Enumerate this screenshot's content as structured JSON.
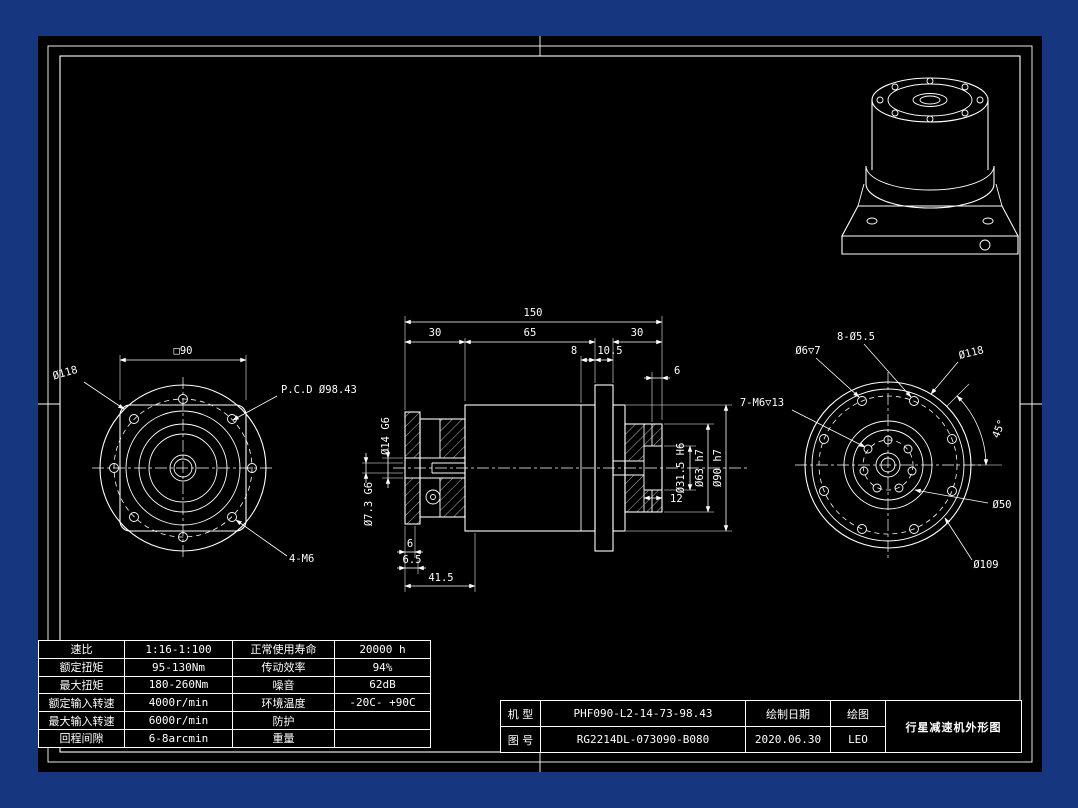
{
  "colors": {
    "page_bg": "#16367f",
    "canvas_bg": "#000000",
    "line": "#ffffff"
  },
  "front_view": {
    "square": "□90",
    "outer_dia": "Ø118",
    "pcd": "P.C.D Ø98.43",
    "corner_holes": "4-M6"
  },
  "section_view": {
    "total_length": "150",
    "seg_left": "30",
    "seg_mid": "65",
    "seg_right": "30",
    "dim_8": "8",
    "dim_10_5": "10.5",
    "dim_6_top": "6",
    "input_bore": "Ø14 G6",
    "inner_bore": "Ø7.3 G6",
    "out_pilot": "Ø31.5 H6",
    "out_spigot": "Ø63 h7",
    "body_dia": "Ø90 h7",
    "dim_12": "12",
    "dim_6_bottom": "6",
    "dim_6_5": "6.5",
    "dim_41_5": "41.5"
  },
  "rear_view": {
    "holes": "8-Ø5.5",
    "cbore": "Ø6▽7",
    "outer_dia": "Ø118",
    "tapped": "7-M6▽13",
    "angle": "45°",
    "dia_50": "Ø50",
    "dia_109": "Ø109"
  },
  "spec_table": {
    "rows": [
      [
        "速比",
        "1:16-1:100",
        "正常使用寿命",
        "20000 h"
      ],
      [
        "额定扭矩",
        "95-130Nm",
        "传动效率",
        "94%"
      ],
      [
        "最大扭矩",
        "180-260Nm",
        "噪音",
        "62dB"
      ],
      [
        "额定输入转速",
        "4000r/min",
        "环境温度",
        "-20C- +90C"
      ],
      [
        "最大输入转速",
        "6000r/min",
        "防护",
        ""
      ],
      [
        "回程间隙",
        "6-8arcmin",
        "重量",
        ""
      ]
    ]
  },
  "title_block": {
    "model_label": "机 型",
    "model": "PHF090-L2-14-73-98.43",
    "drawing_no_label": "图 号",
    "drawing_no": "RG2214DL-073090-B080",
    "date_label": "绘制日期",
    "date": "2020.06.30",
    "drawn_label": "绘图",
    "drawn_by": "LEO",
    "title": "行星减速机外形图"
  }
}
